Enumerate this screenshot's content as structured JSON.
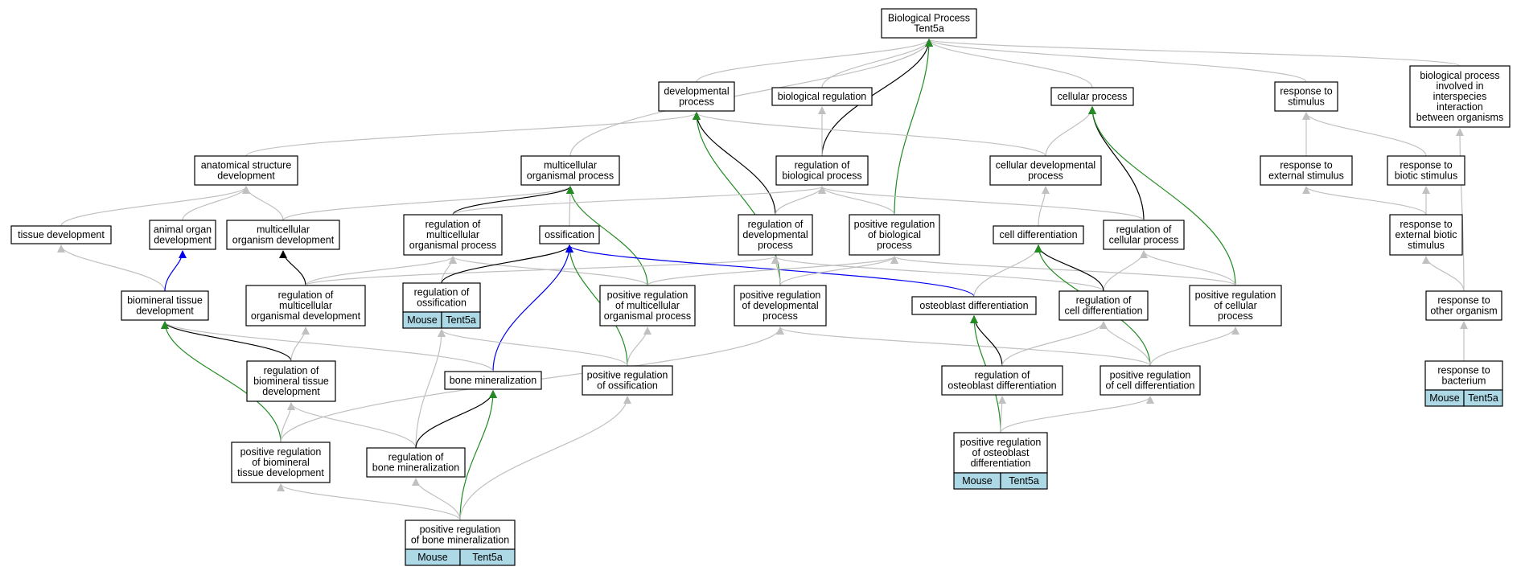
{
  "colors": {
    "gray_edge": "#c0c0c0",
    "black_edge": "#000000",
    "green_edge": "#228b22",
    "blue_edge": "#0000ee",
    "gene_cell": "#add8e6"
  },
  "nodes": [
    {
      "id": "root",
      "lines": [
        "Biological Process",
        "Tent5a"
      ]
    },
    {
      "id": "devproc",
      "lines": [
        "developmental",
        "process"
      ]
    },
    {
      "id": "bioreg",
      "lines": [
        "biological regulation"
      ]
    },
    {
      "id": "cellproc",
      "lines": [
        "cellular process"
      ]
    },
    {
      "id": "respstim",
      "lines": [
        "response to",
        "stimulus"
      ]
    },
    {
      "id": "interspecies",
      "lines": [
        "biological process",
        "involved in",
        "interspecies",
        "interaction",
        "between organisms"
      ]
    },
    {
      "id": "anatdev",
      "lines": [
        "anatomical structure",
        "development"
      ]
    },
    {
      "id": "multiorg",
      "lines": [
        "multicellular",
        "organismal process"
      ]
    },
    {
      "id": "regbio",
      "lines": [
        "regulation of",
        "biological process"
      ]
    },
    {
      "id": "celldev",
      "lines": [
        "cellular developmental",
        "process"
      ]
    },
    {
      "id": "respext",
      "lines": [
        "response to",
        "external stimulus"
      ]
    },
    {
      "id": "respbiotic",
      "lines": [
        "response to",
        "biotic stimulus"
      ]
    },
    {
      "id": "tissuedev",
      "lines": [
        "tissue development"
      ]
    },
    {
      "id": "organdev",
      "lines": [
        "animal organ",
        "development"
      ]
    },
    {
      "id": "multiorgdev",
      "lines": [
        "multicellular",
        "organism development"
      ]
    },
    {
      "id": "regmultiproc",
      "lines": [
        "regulation of",
        "multicellular",
        "organismal process"
      ]
    },
    {
      "id": "ossification",
      "lines": [
        "ossification"
      ]
    },
    {
      "id": "regdevproc",
      "lines": [
        "regulation of",
        "developmental",
        "process"
      ]
    },
    {
      "id": "posregbio",
      "lines": [
        "positive regulation",
        "of biological",
        "process"
      ]
    },
    {
      "id": "celldiff",
      "lines": [
        "cell differentiation"
      ]
    },
    {
      "id": "regcellproc",
      "lines": [
        "regulation of",
        "cellular process"
      ]
    },
    {
      "id": "respextbiotic",
      "lines": [
        "response to",
        "external biotic",
        "stimulus"
      ]
    },
    {
      "id": "biomintissue",
      "lines": [
        "biomineral tissue",
        "development"
      ]
    },
    {
      "id": "regmultidev",
      "lines": [
        "regulation of",
        "multicellular",
        "organismal development"
      ]
    },
    {
      "id": "regoss",
      "lines": [
        "regulation of",
        "ossification"
      ],
      "genes": [
        "Mouse",
        "Tent5a"
      ]
    },
    {
      "id": "posregmultiproc",
      "lines": [
        "positive regulation",
        "of multicellular",
        "organismal process"
      ]
    },
    {
      "id": "posregdevproc",
      "lines": [
        "positive regulation",
        "of developmental",
        "process"
      ]
    },
    {
      "id": "osteodiff",
      "lines": [
        "osteoblast differentiation"
      ]
    },
    {
      "id": "regcelldiff",
      "lines": [
        "regulation of",
        "cell differentiation"
      ]
    },
    {
      "id": "posregcellproc",
      "lines": [
        "positive regulation",
        "of cellular",
        "process"
      ]
    },
    {
      "id": "respother",
      "lines": [
        "response to",
        "other organism"
      ]
    },
    {
      "id": "regbiomintissue",
      "lines": [
        "regulation of",
        "biomineral tissue",
        "development"
      ]
    },
    {
      "id": "bonemin",
      "lines": [
        "bone mineralization"
      ]
    },
    {
      "id": "posregoss",
      "lines": [
        "positive regulation",
        "of ossification"
      ]
    },
    {
      "id": "regosteodiff",
      "lines": [
        "regulation of",
        "osteoblast differentiation"
      ]
    },
    {
      "id": "posregcelldiff",
      "lines": [
        "positive regulation",
        "of cell differentiation"
      ]
    },
    {
      "id": "respbact",
      "lines": [
        "response to",
        "bacterium"
      ],
      "genes": [
        "Mouse",
        "Tent5a"
      ]
    },
    {
      "id": "posregbiomintissue",
      "lines": [
        "positive regulation",
        "of biomineral",
        "tissue development"
      ]
    },
    {
      "id": "regbonemin",
      "lines": [
        "regulation of",
        "bone mineralization"
      ]
    },
    {
      "id": "posregosteodiff",
      "lines": [
        "positive regulation",
        "of osteoblast",
        "differentiation"
      ],
      "genes": [
        "Mouse",
        "Tent5a"
      ]
    },
    {
      "id": "posregbonemin",
      "lines": [
        "positive regulation",
        "of bone mineralization"
      ],
      "genes": [
        "Mouse",
        "Tent5a"
      ]
    }
  ],
  "edges": [
    {
      "from": "devproc",
      "to": "root",
      "kind": "gray"
    },
    {
      "from": "bioreg",
      "to": "root",
      "kind": "gray"
    },
    {
      "from": "cellproc",
      "to": "root",
      "kind": "gray"
    },
    {
      "from": "respstim",
      "to": "root",
      "kind": "gray"
    },
    {
      "from": "interspecies",
      "to": "root",
      "kind": "gray"
    },
    {
      "from": "multiorg",
      "to": "root",
      "kind": "gray"
    },
    {
      "from": "regbio",
      "to": "root",
      "kind": "black"
    },
    {
      "from": "posregbio",
      "to": "root",
      "kind": "green"
    },
    {
      "from": "anatdev",
      "to": "devproc",
      "kind": "gray"
    },
    {
      "from": "celldev",
      "to": "devproc",
      "kind": "gray"
    },
    {
      "from": "regdevproc",
      "to": "devproc",
      "kind": "black"
    },
    {
      "from": "posregdevproc",
      "to": "devproc",
      "kind": "green"
    },
    {
      "from": "regbio",
      "to": "bioreg",
      "kind": "gray"
    },
    {
      "from": "celldev",
      "to": "cellproc",
      "kind": "gray"
    },
    {
      "from": "regcellproc",
      "to": "cellproc",
      "kind": "black"
    },
    {
      "from": "posregcellproc",
      "to": "cellproc",
      "kind": "green"
    },
    {
      "from": "respext",
      "to": "respstim",
      "kind": "gray"
    },
    {
      "from": "respbiotic",
      "to": "respstim",
      "kind": "gray"
    },
    {
      "from": "respother",
      "to": "interspecies",
      "kind": "gray"
    },
    {
      "from": "tissuedev",
      "to": "anatdev",
      "kind": "gray"
    },
    {
      "from": "organdev",
      "to": "anatdev",
      "kind": "gray"
    },
    {
      "from": "multiorgdev",
      "to": "anatdev",
      "kind": "gray"
    },
    {
      "from": "multiorgdev",
      "to": "multiorg",
      "kind": "gray"
    },
    {
      "from": "regmultiproc",
      "to": "multiorg",
      "kind": "black"
    },
    {
      "from": "ossification",
      "to": "multiorg",
      "kind": "gray"
    },
    {
      "from": "posregmultiproc",
      "to": "multiorg",
      "kind": "green"
    },
    {
      "from": "regmultiproc",
      "to": "regbio",
      "kind": "gray"
    },
    {
      "from": "regdevproc",
      "to": "regbio",
      "kind": "gray"
    },
    {
      "from": "posregbio",
      "to": "regbio",
      "kind": "gray"
    },
    {
      "from": "regcellproc",
      "to": "regbio",
      "kind": "gray"
    },
    {
      "from": "celldiff",
      "to": "celldev",
      "kind": "gray"
    },
    {
      "from": "respextbiotic",
      "to": "respext",
      "kind": "gray"
    },
    {
      "from": "respextbiotic",
      "to": "respbiotic",
      "kind": "gray"
    },
    {
      "from": "respother",
      "to": "respextbiotic",
      "kind": "gray"
    },
    {
      "from": "respbact",
      "to": "respother",
      "kind": "gray"
    },
    {
      "from": "biomintissue",
      "to": "tissuedev",
      "kind": "gray"
    },
    {
      "from": "biomintissue",
      "to": "organdev",
      "kind": "blue"
    },
    {
      "from": "regmultidev",
      "to": "multiorgdev",
      "kind": "black"
    },
    {
      "from": "regmultidev",
      "to": "regmultiproc",
      "kind": "gray"
    },
    {
      "from": "regmultidev",
      "to": "regdevproc",
      "kind": "gray"
    },
    {
      "from": "regoss",
      "to": "regmultiproc",
      "kind": "gray"
    },
    {
      "from": "posregmultiproc",
      "to": "regmultiproc",
      "kind": "gray"
    },
    {
      "from": "regoss",
      "to": "ossification",
      "kind": "black"
    },
    {
      "from": "bonemin",
      "to": "ossification",
      "kind": "blue"
    },
    {
      "from": "posregoss",
      "to": "ossification",
      "kind": "green"
    },
    {
      "from": "osteodiff",
      "to": "ossification",
      "kind": "blue"
    },
    {
      "from": "posregmultiproc",
      "to": "posregbio",
      "kind": "gray"
    },
    {
      "from": "posregdevproc",
      "to": "posregbio",
      "kind": "gray"
    },
    {
      "from": "posregdevproc",
      "to": "regdevproc",
      "kind": "gray"
    },
    {
      "from": "regcelldiff",
      "to": "regdevproc",
      "kind": "gray"
    },
    {
      "from": "posregcellproc",
      "to": "posregbio",
      "kind": "gray"
    },
    {
      "from": "posregcellproc",
      "to": "regcellproc",
      "kind": "gray"
    },
    {
      "from": "regcelldiff",
      "to": "regcellproc",
      "kind": "gray"
    },
    {
      "from": "osteodiff",
      "to": "celldiff",
      "kind": "gray"
    },
    {
      "from": "regcelldiff",
      "to": "celldiff",
      "kind": "black"
    },
    {
      "from": "posregcelldiff",
      "to": "celldiff",
      "kind": "green"
    },
    {
      "from": "regbiomintissue",
      "to": "biomintissue",
      "kind": "black"
    },
    {
      "from": "bonemin",
      "to": "biomintissue",
      "kind": "gray"
    },
    {
      "from": "posregbiomintissue",
      "to": "biomintissue",
      "kind": "green"
    },
    {
      "from": "regbiomintissue",
      "to": "regmultidev",
      "kind": "gray"
    },
    {
      "from": "regbonemin",
      "to": "regoss",
      "kind": "gray"
    },
    {
      "from": "posregoss",
      "to": "regoss",
      "kind": "gray"
    },
    {
      "from": "posregoss",
      "to": "posregmultiproc",
      "kind": "gray"
    },
    {
      "from": "posregcelldiff",
      "to": "posregdevproc",
      "kind": "gray"
    },
    {
      "from": "posregbiomintissue",
      "to": "posregdevproc",
      "kind": "gray"
    },
    {
      "from": "regosteodiff",
      "to": "osteodiff",
      "kind": "black"
    },
    {
      "from": "posregosteodiff",
      "to": "osteodiff",
      "kind": "green"
    },
    {
      "from": "regosteodiff",
      "to": "regcelldiff",
      "kind": "gray"
    },
    {
      "from": "posregcelldiff",
      "to": "regcelldiff",
      "kind": "gray"
    },
    {
      "from": "posregcelldiff",
      "to": "posregcellproc",
      "kind": "gray"
    },
    {
      "from": "posregbiomintissue",
      "to": "regbiomintissue",
      "kind": "gray"
    },
    {
      "from": "regbonemin",
      "to": "regbiomintissue",
      "kind": "gray"
    },
    {
      "from": "regbonemin",
      "to": "bonemin",
      "kind": "black"
    },
    {
      "from": "posregbonemin",
      "to": "bonemin",
      "kind": "green"
    },
    {
      "from": "posregbonemin",
      "to": "posregoss",
      "kind": "gray"
    },
    {
      "from": "posregosteodiff",
      "to": "regosteodiff",
      "kind": "gray"
    },
    {
      "from": "posregosteodiff",
      "to": "posregcelldiff",
      "kind": "gray"
    },
    {
      "from": "posregbonemin",
      "to": "posregbiomintissue",
      "kind": "gray"
    },
    {
      "from": "posregbonemin",
      "to": "regbonemin",
      "kind": "gray"
    }
  ]
}
